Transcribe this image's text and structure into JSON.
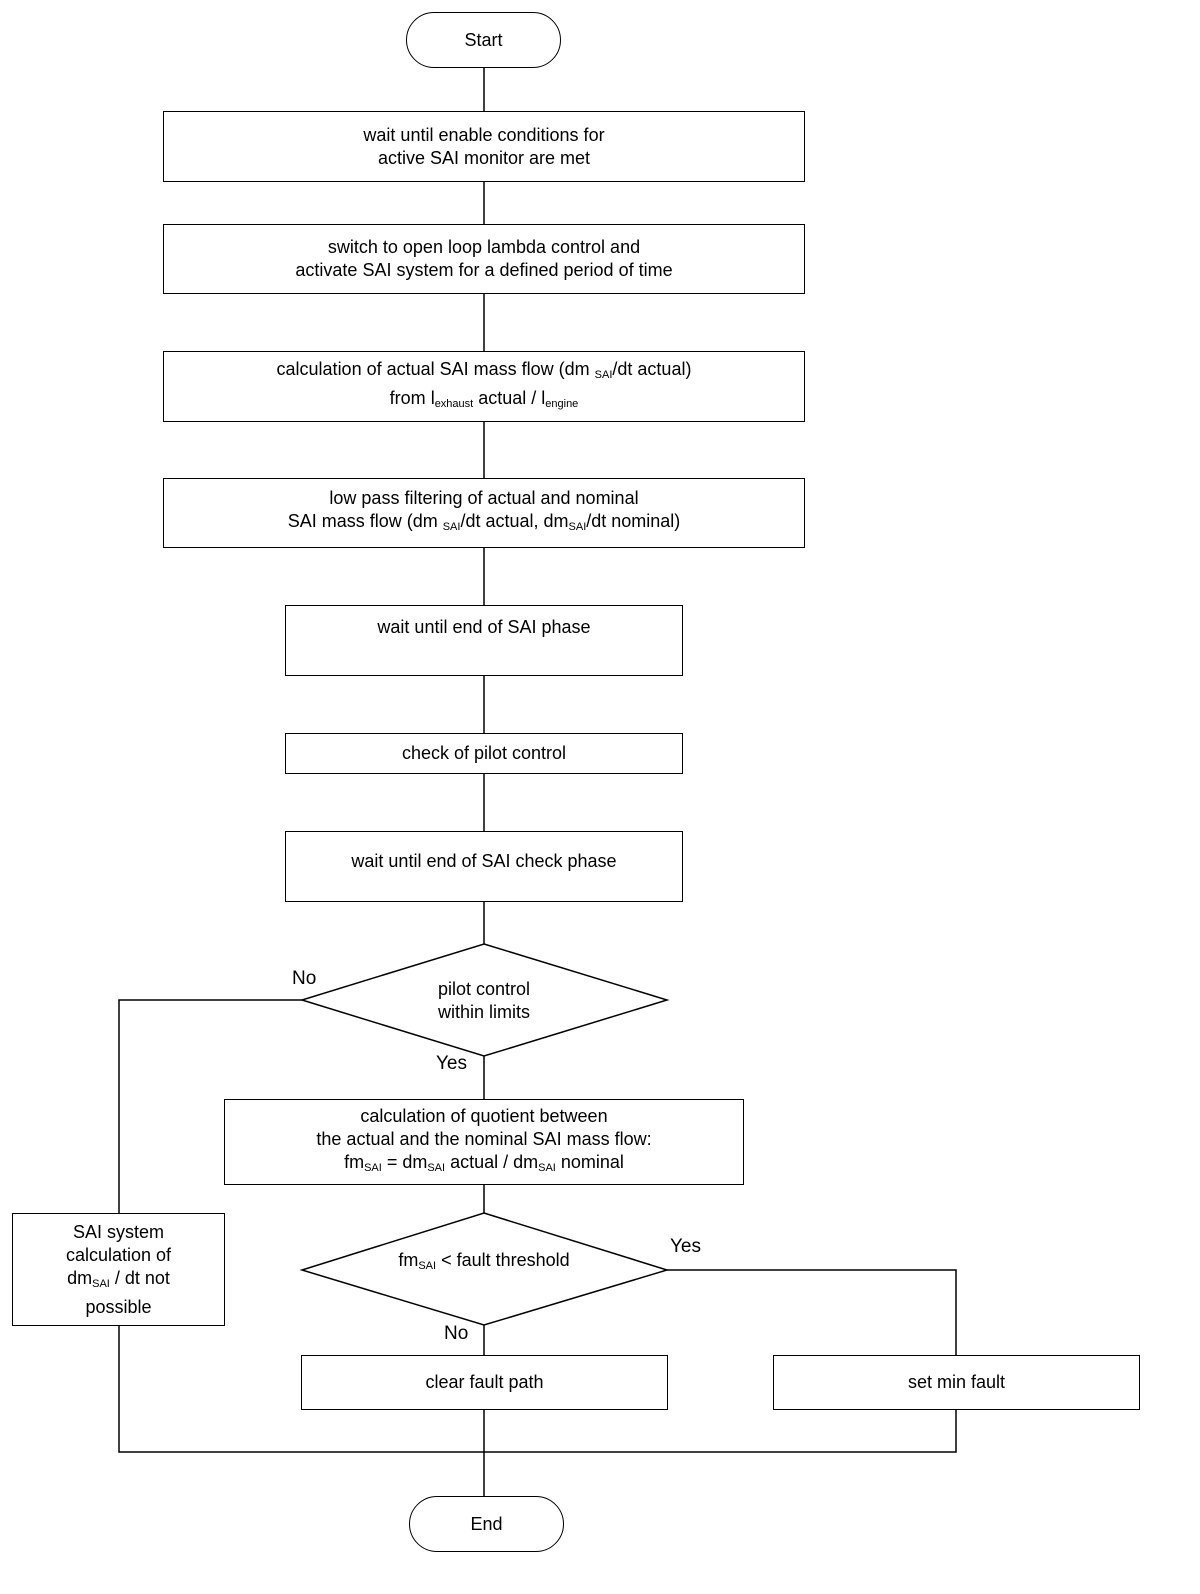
{
  "start": "Start",
  "end": "End",
  "step1": {
    "line1": "wait until enable conditions for",
    "line2": "active SAI monitor are met"
  },
  "step2": {
    "line1": "switch to open loop lambda control and",
    "line2": "activate SAI system for a defined period of time"
  },
  "step3": {
    "l1_a": "calculation of actual SAI mass flow (dm ",
    "l1_sub": "SAI",
    "l1_b": "/dt actual)",
    "l2_a": "from ",
    "l2_sym1": "l",
    "l2_sub1": "exhaust",
    "l2_b": " actual / ",
    "l2_sym2": "l",
    "l2_sub2": "engine"
  },
  "step4": {
    "line1": "low pass filtering of actual and nominal",
    "l2_a": "SAI mass flow (dm ",
    "l2_sub1": "SAI",
    "l2_b": "/dt actual, dm",
    "l2_sub2": "SAI",
    "l2_c": "/dt nominal)"
  },
  "step5": "wait until end of SAI phase",
  "step6": "check of pilot control",
  "step7": "wait until end of SAI check phase",
  "decision1": {
    "line1": "pilot control",
    "line2": "within limits",
    "no": "No",
    "yes": "Yes"
  },
  "step8": {
    "line1": "calculation of quotient between",
    "line2": "the actual and the nominal SAI mass flow:",
    "l3_a": "fm",
    "l3_sub1": "SAI",
    "l3_b": " = dm",
    "l3_sub2": "SAI",
    "l3_c": " actual / dm",
    "l3_sub3": "SAI",
    "l3_d": " nominal"
  },
  "decision2": {
    "a": "fm",
    "sub": "SAI",
    "b": " < fault threshold",
    "yes": "Yes",
    "no": "No"
  },
  "side": {
    "line1": "SAI system",
    "line2": "calculation of",
    "l3_a": "dm",
    "l3_sub": "SAI",
    "l3_b": " / dt not",
    "line4": "possible"
  },
  "clear": "clear fault path",
  "setfault": "set min fault"
}
